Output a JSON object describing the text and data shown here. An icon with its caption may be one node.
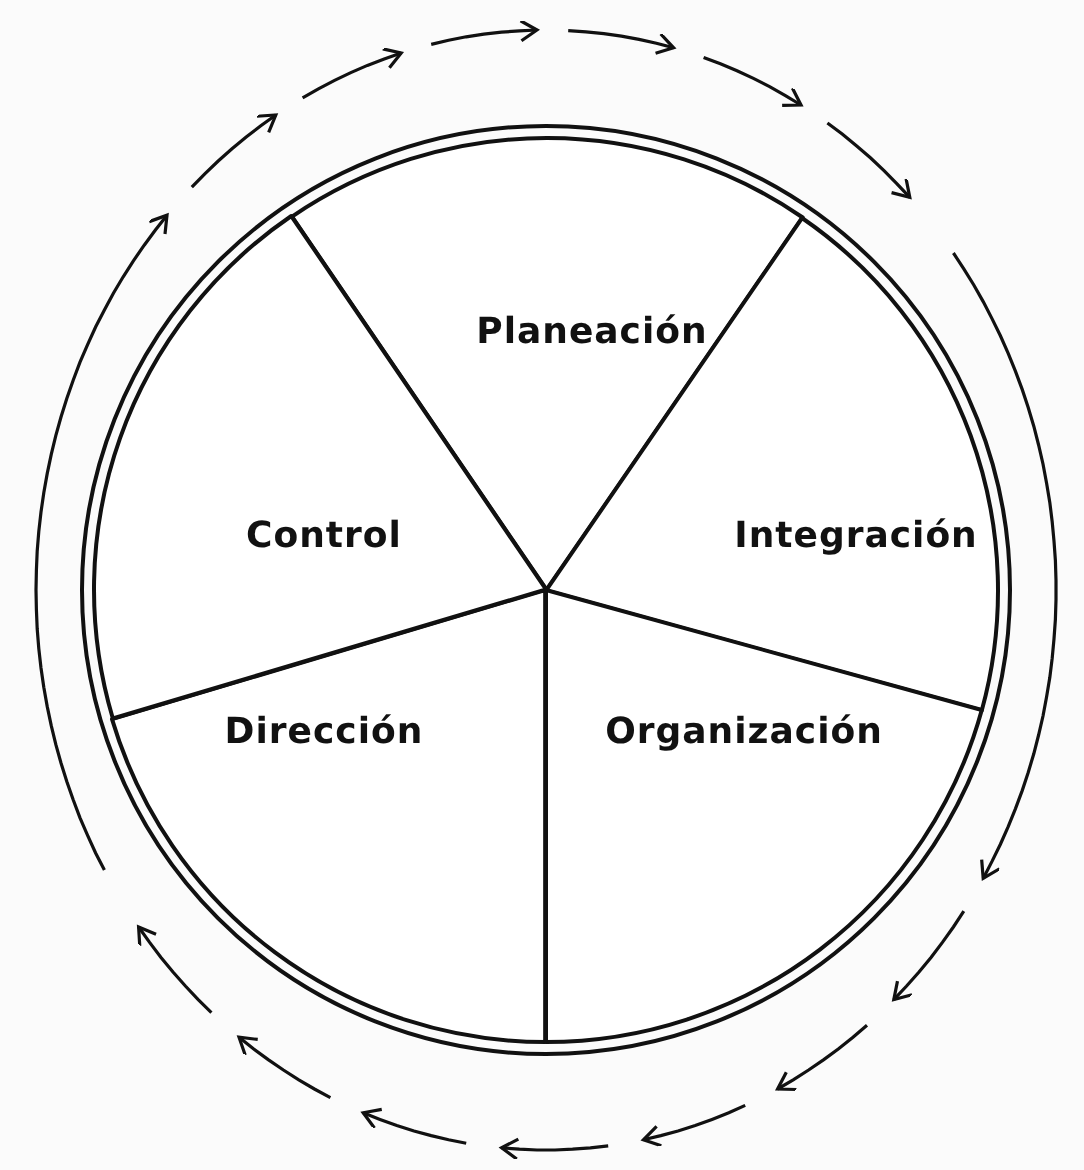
{
  "diagram": {
    "nodes": [
      {
        "text": [
          "Planeación"
        ]
      },
      {
        "text": [
          "Integración"
        ]
      },
      {
        "text": [
          "Organización"
        ]
      },
      {
        "text": [
          "Dirección"
        ]
      },
      {
        "text": [
          "Control"
        ]
      }
    ]
  }
}
